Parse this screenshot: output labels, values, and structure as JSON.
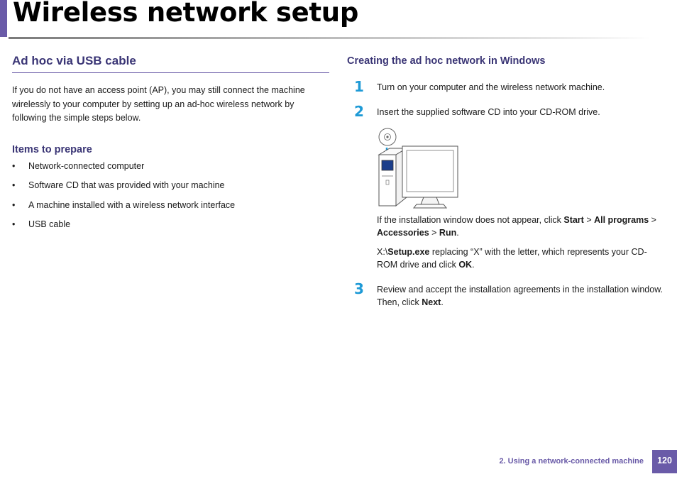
{
  "page": {
    "title": "Wireless network setup"
  },
  "left": {
    "heading": "Ad hoc via USB cable",
    "intro": "If you do not have an access point (AP), you may still connect the machine wirelessly to your computer by setting up an ad-hoc wireless network by following the simple steps below.",
    "subheading": "Items to prepare",
    "bullet": "•",
    "items": [
      "Network-connected computer",
      "Software CD that was provided with your machine",
      "A machine installed with a wireless network interface",
      "USB cable"
    ]
  },
  "right": {
    "heading": "Creating the ad hoc network in Windows",
    "steps": [
      {
        "num": "1",
        "text": "Turn on your computer and the wireless network machine."
      },
      {
        "num": "2",
        "text": "Insert the supplied software CD into your CD-ROM drive."
      },
      {
        "num": "3",
        "text_a": "Review and accept the installation agreements in the installation window. Then, click ",
        "text_b": "Next",
        "text_c": "."
      }
    ],
    "note1": {
      "a": "If the installation window does not appear, click ",
      "start": "Start",
      "sep1": " > ",
      "all_programs": "All programs",
      "sep2": " > ",
      "accessories": "Accessories",
      "sep3": " > ",
      "run": "Run",
      "end": "."
    },
    "note2": {
      "a": " X:\\",
      "setup": "Setup.exe",
      "b": " replacing “X” with the letter, which represents your CD-ROM drive and click ",
      "ok": "OK",
      "end": "."
    }
  },
  "illustration": {
    "icons": [
      "cd-icon",
      "computer-tower-icon",
      "monitor-icon"
    ]
  },
  "footer": {
    "chapter": "2.  Using a network-connected machine",
    "page_number": "120"
  },
  "colors": {
    "accent": "#6a5ba8",
    "heading": "#3a3575",
    "step_number": "#1e9ad6"
  }
}
